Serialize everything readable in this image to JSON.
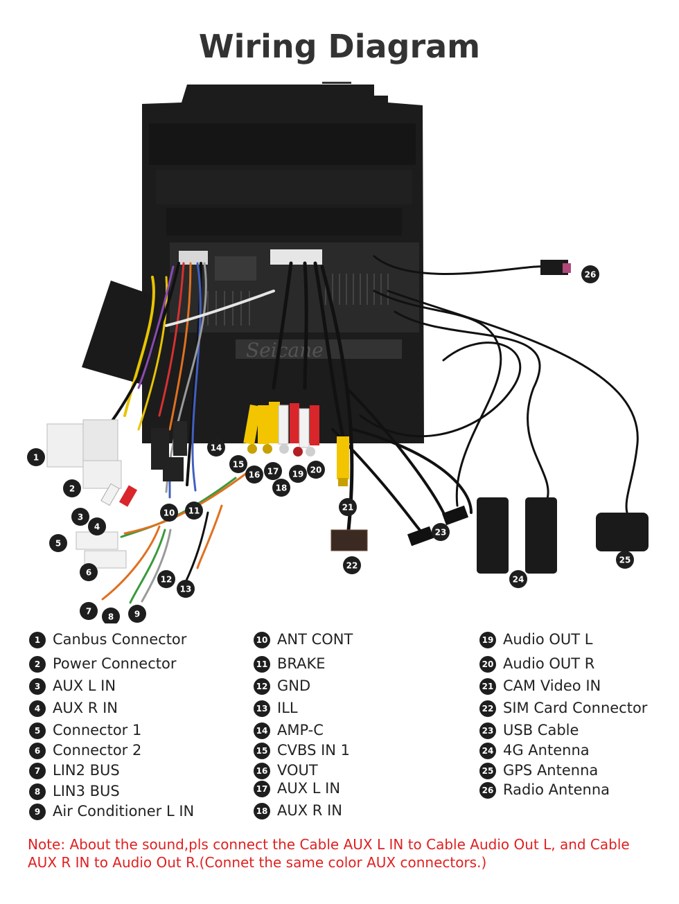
{
  "title": "Wiring Diagram",
  "watermark": "Seicane",
  "legend": {
    "col1": [
      {
        "n": "1",
        "label": "Canbus Connector"
      },
      {
        "n": "2",
        "label": "Power Connector"
      },
      {
        "n": "3",
        "label": "AUX L IN"
      },
      {
        "n": "4",
        "label": "AUX R IN"
      },
      {
        "n": "5",
        "label": "Connector 1"
      },
      {
        "n": "6",
        "label": "Connector 2"
      },
      {
        "n": "7",
        "label": "LIN2 BUS"
      },
      {
        "n": "8",
        "label": "LIN3 BUS"
      },
      {
        "n": "9",
        "label": "Air Conditioner L IN"
      }
    ],
    "col2": [
      {
        "n": "10",
        "label": "ANT CONT"
      },
      {
        "n": "11",
        "label": "BRAKE"
      },
      {
        "n": "12",
        "label": "GND"
      },
      {
        "n": "13",
        "label": "ILL"
      },
      {
        "n": "14",
        "label": "AMP-C"
      },
      {
        "n": "15",
        "label": "CVBS IN 1"
      },
      {
        "n": "16",
        "label": "VOUT"
      },
      {
        "n": "17",
        "label": "AUX L IN"
      },
      {
        "n": "18",
        "label": "AUX R IN"
      }
    ],
    "col3": [
      {
        "n": "19",
        "label": "Audio OUT L"
      },
      {
        "n": "20",
        "label": "Audio OUT R"
      },
      {
        "n": "21",
        "label": "CAM Video IN"
      },
      {
        "n": "22",
        "label": "SIM Card Connector"
      },
      {
        "n": "23",
        "label": "USB Cable"
      },
      {
        "n": "24",
        "label": "4G Antenna"
      },
      {
        "n": "25",
        "label": "GPS Antenna"
      },
      {
        "n": "26",
        "label": "Radio Antenna"
      }
    ]
  },
  "note": {
    "line1": "Note: About the sound,pls connect the Cable AUX L IN to Cable Audio Out L, and Cable",
    "line2": "AUX R IN to  Audio Out R.(Connet the same color AUX connectors.)"
  },
  "colors": {
    "note_text": "#e02020",
    "badge": "#1e1e1e",
    "unit_body": "#1c1c1c",
    "rca_red": "#d8262b",
    "rca_yellow": "#f2c500",
    "rca_white": "#f2f2f2"
  }
}
